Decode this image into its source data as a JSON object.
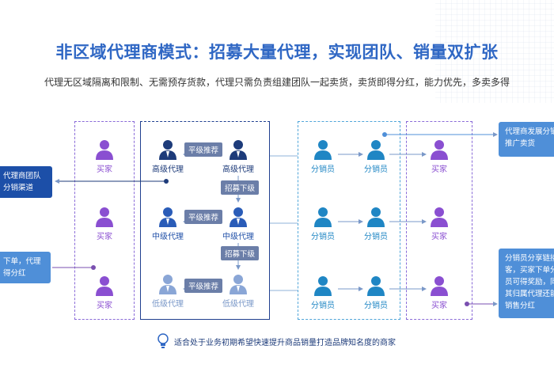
{
  "title": "非区域代理商模式：招募大量代理，实现团队、销量双扩张",
  "subtitle": "代理无区域隔离和限制、无需预存货款，代理只需负责组建团队一起卖货，卖货即得分红，能力优先，多卖多得",
  "colors": {
    "title": "#2f67c4",
    "buyer": "#8a4fd1",
    "agent_senior": "#1d3b7a",
    "agent_mid": "#2050a8",
    "agent_low": "#8aa6d6",
    "sales": "#1f86c4",
    "card": "#4f8fd8",
    "card_dark": "#1c4fa8"
  },
  "buyers": [
    "买家",
    "买家",
    "买家"
  ],
  "right_buyers": [
    "买家",
    "买家",
    "买家"
  ],
  "agents": {
    "senior": [
      "高级代理",
      "高级代理"
    ],
    "mid": [
      "中级代理",
      "中级代理"
    ],
    "low": [
      "低级代理",
      "低级代理"
    ]
  },
  "tags": {
    "peer1": "平级推荐",
    "recruit1": "招募下级",
    "peer2": "平级推荐",
    "recruit2": "招募下级",
    "peer3": "平级推荐"
  },
  "sales": [
    "分销员",
    "分销员",
    "分销员",
    "分销员",
    "分销员",
    "分销员"
  ],
  "left_cards": {
    "top": [
      "代理商团队",
      "分销渠道"
    ],
    "bottom": [
      "下单，代理",
      "得分红"
    ]
  },
  "right_cards": {
    "top": [
      "代理商发展分销",
      "推广卖货"
    ],
    "bottom": [
      "分销员分享链接",
      "客，买家下单分",
      "员可得奖励，同",
      "其归属代理还能",
      "销售分红"
    ]
  },
  "note": "适合处于业务初期希望快速提升商品销量打造品牌知名度的商家",
  "icons": {
    "person": "person-icon",
    "bulb": "lightbulb-icon"
  }
}
